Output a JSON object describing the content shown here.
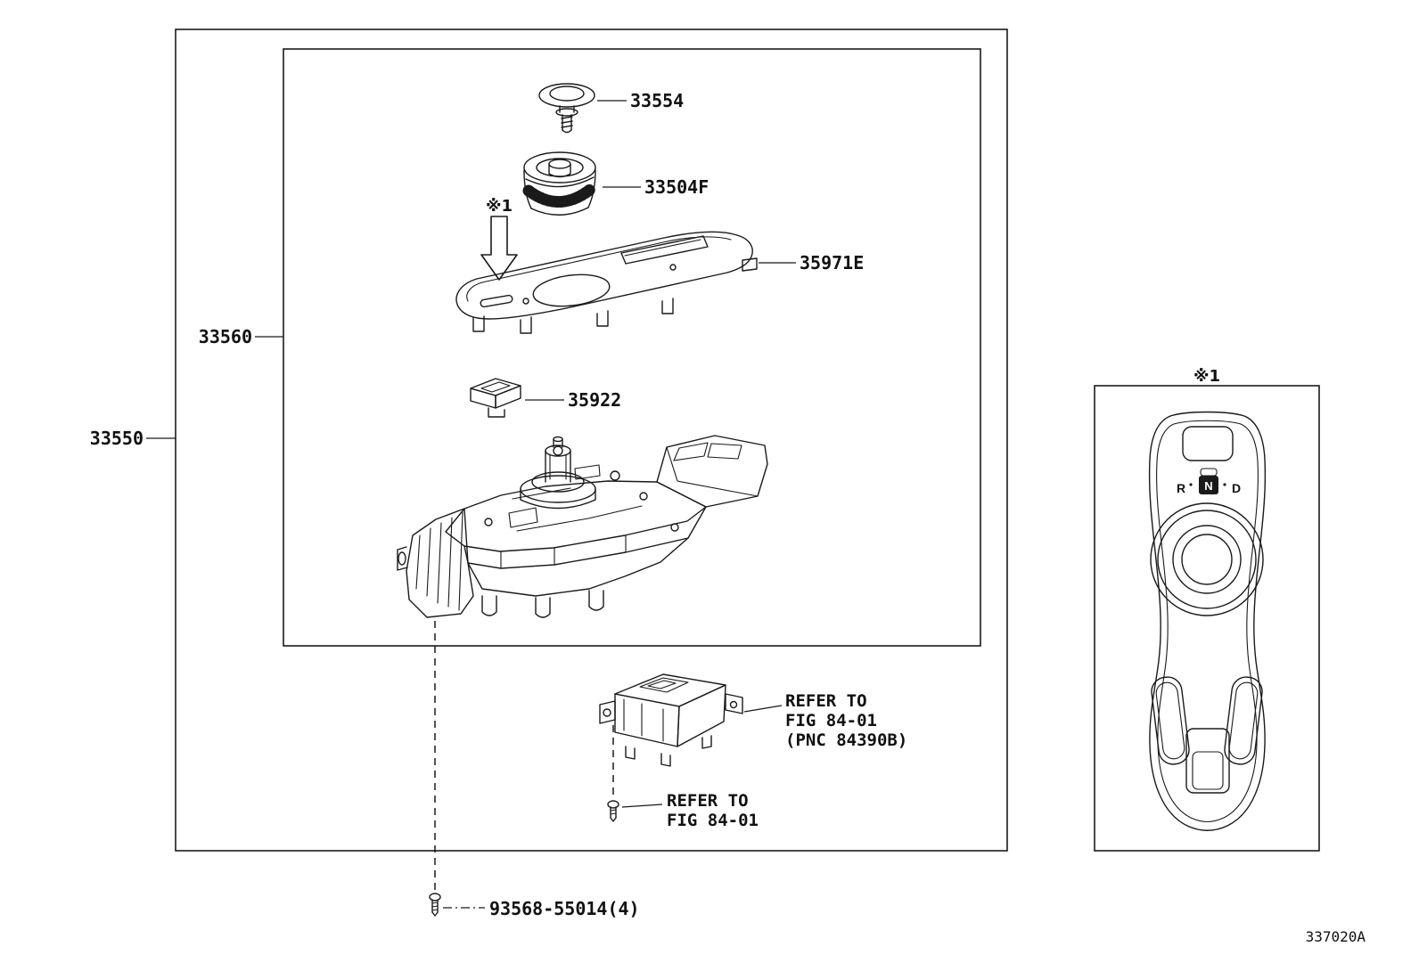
{
  "diagram": {
    "drawing_number": "337020A",
    "notes": {
      "arrow_marker": "※1",
      "inset_marker": "※1"
    },
    "parts": {
      "p33554": {
        "label": "33554"
      },
      "p33504F": {
        "label": "33504F"
      },
      "p35971E": {
        "label": "35971E"
      },
      "p33560": {
        "label": "33560"
      },
      "p35922": {
        "label": "35922"
      },
      "p33550": {
        "label": "33550"
      },
      "screw": {
        "label": "93568-55014(4)"
      }
    },
    "references": {
      "a": {
        "line1": "REFER TO",
        "line2": "FIG 84-01",
        "line3": "(PNC 84390B)"
      },
      "b": {
        "line1": "REFER TO",
        "line2": "FIG 84-01"
      }
    },
    "inset": {
      "gear_r": "R",
      "gear_n": "N",
      "gear_d": "D"
    },
    "colors": {
      "background": "#ffffff",
      "line": "#1a1a1a"
    }
  }
}
